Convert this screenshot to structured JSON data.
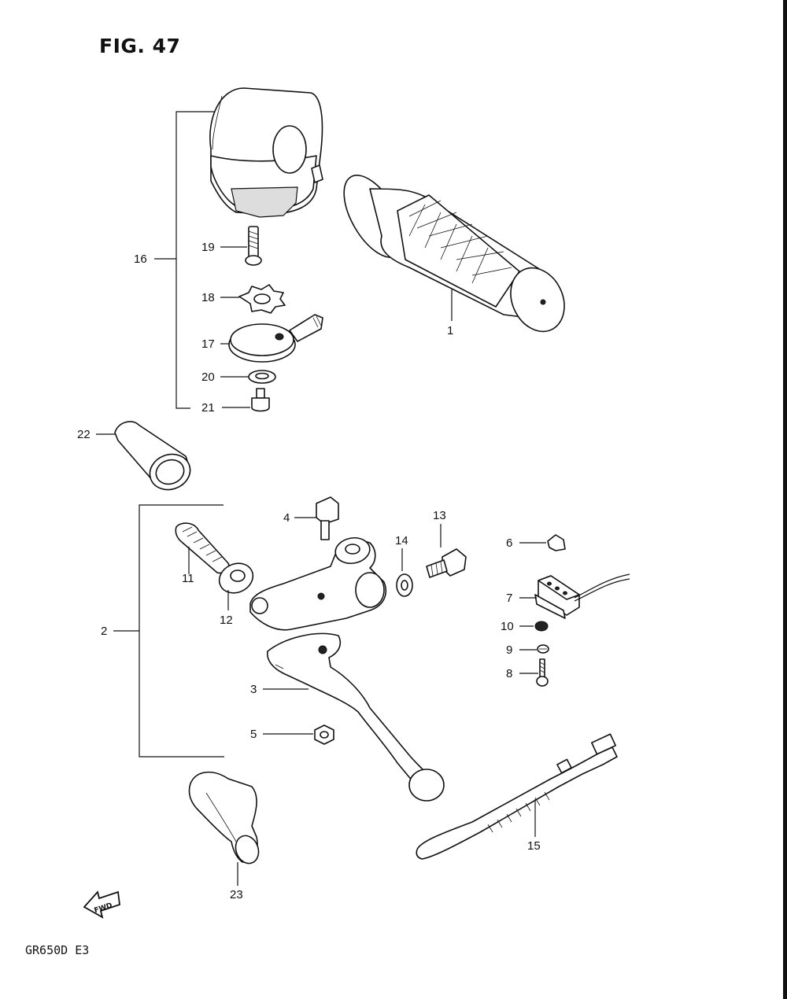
{
  "figure": {
    "title": "FIG. 47",
    "model_code": "GR650D E3",
    "fwd_label": "FWD"
  },
  "callouts": [
    "1",
    "2",
    "3",
    "4",
    "5",
    "6",
    "7",
    "8",
    "9",
    "10",
    "11",
    "12",
    "13",
    "14",
    "15",
    "16",
    "17",
    "18",
    "19",
    "20",
    "21",
    "22",
    "23"
  ],
  "parts": [
    {
      "ref": "1",
      "icon": "handlebar-grip-icon"
    },
    {
      "ref": "2",
      "icon": "lever-bracket-assembly-icon"
    },
    {
      "ref": "3",
      "icon": "clutch-lever-icon"
    },
    {
      "ref": "4",
      "icon": "pivot-bolt-icon"
    },
    {
      "ref": "5",
      "icon": "nut-icon"
    },
    {
      "ref": "6",
      "icon": "clip-icon"
    },
    {
      "ref": "7",
      "icon": "switch-wire-icon"
    },
    {
      "ref": "8",
      "icon": "screw-icon"
    },
    {
      "ref": "9",
      "icon": "washer-icon"
    },
    {
      "ref": "10",
      "icon": "washer-icon"
    },
    {
      "ref": "11",
      "icon": "adjuster-bolt-icon"
    },
    {
      "ref": "12",
      "icon": "lock-nut-icon"
    },
    {
      "ref": "13",
      "icon": "bolt-icon"
    },
    {
      "ref": "14",
      "icon": "washer-icon"
    },
    {
      "ref": "15",
      "icon": "cable-tie-icon"
    },
    {
      "ref": "16",
      "icon": "handlebar-switch-icon"
    },
    {
      "ref": "17",
      "icon": "switch-lever-icon"
    },
    {
      "ref": "18",
      "icon": "star-washer-icon"
    },
    {
      "ref": "19",
      "icon": "screw-icon"
    },
    {
      "ref": "20",
      "icon": "washer-icon"
    },
    {
      "ref": "21",
      "icon": "screw-icon"
    },
    {
      "ref": "22",
      "icon": "boot-icon"
    },
    {
      "ref": "23",
      "icon": "lever-cover-icon"
    }
  ]
}
